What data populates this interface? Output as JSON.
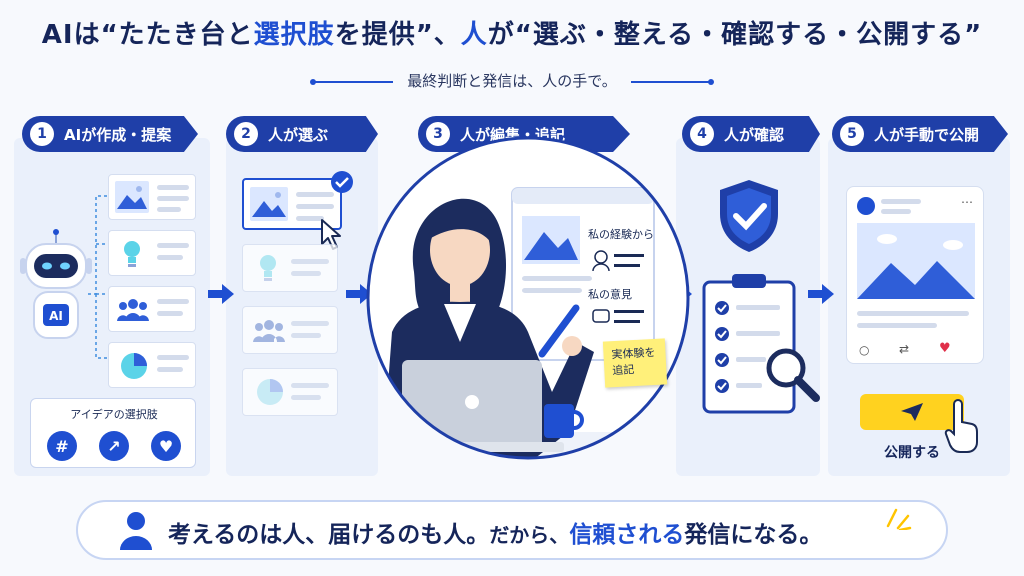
{
  "header": {
    "title_prefix": "AIは“たたき台と",
    "title_accent1": "選択肢",
    "title_mid": "を提供”、",
    "title_accent2": "人",
    "title_suffix": "が“選ぶ・整える・確認する・公開する”",
    "subtitle": "最終判断と発信は、人の手で。"
  },
  "steps": [
    {
      "num": "1",
      "label": "AIが作成・提案"
    },
    {
      "num": "2",
      "label": "人が選ぶ"
    },
    {
      "num": "3",
      "label": "人が編集・追記"
    },
    {
      "num": "4",
      "label": "人が確認"
    },
    {
      "num": "5",
      "label": "人が手動で公開"
    }
  ],
  "step1": {
    "robot_badge": "AI",
    "choices_label": "アイデアの選択肢",
    "choice_icons": [
      "#",
      "↗",
      "♥"
    ]
  },
  "step3": {
    "doc_line1": "私の経験から",
    "doc_line2": "私の意見",
    "sticky_line1": "実体験を",
    "sticky_line2": "追記"
  },
  "step5": {
    "publish_button_label": "公開する"
  },
  "footer": {
    "msg_main": "考えるのは人、届けるのも人。",
    "msg_mid": "だから、",
    "msg_accent": "信頼される",
    "msg_end": "発信になる。"
  },
  "colors": {
    "primary": "#1f4fd1",
    "navy": "#1f3fa8",
    "yellow": "#ffd21f",
    "panel": "#eaf0fb"
  }
}
